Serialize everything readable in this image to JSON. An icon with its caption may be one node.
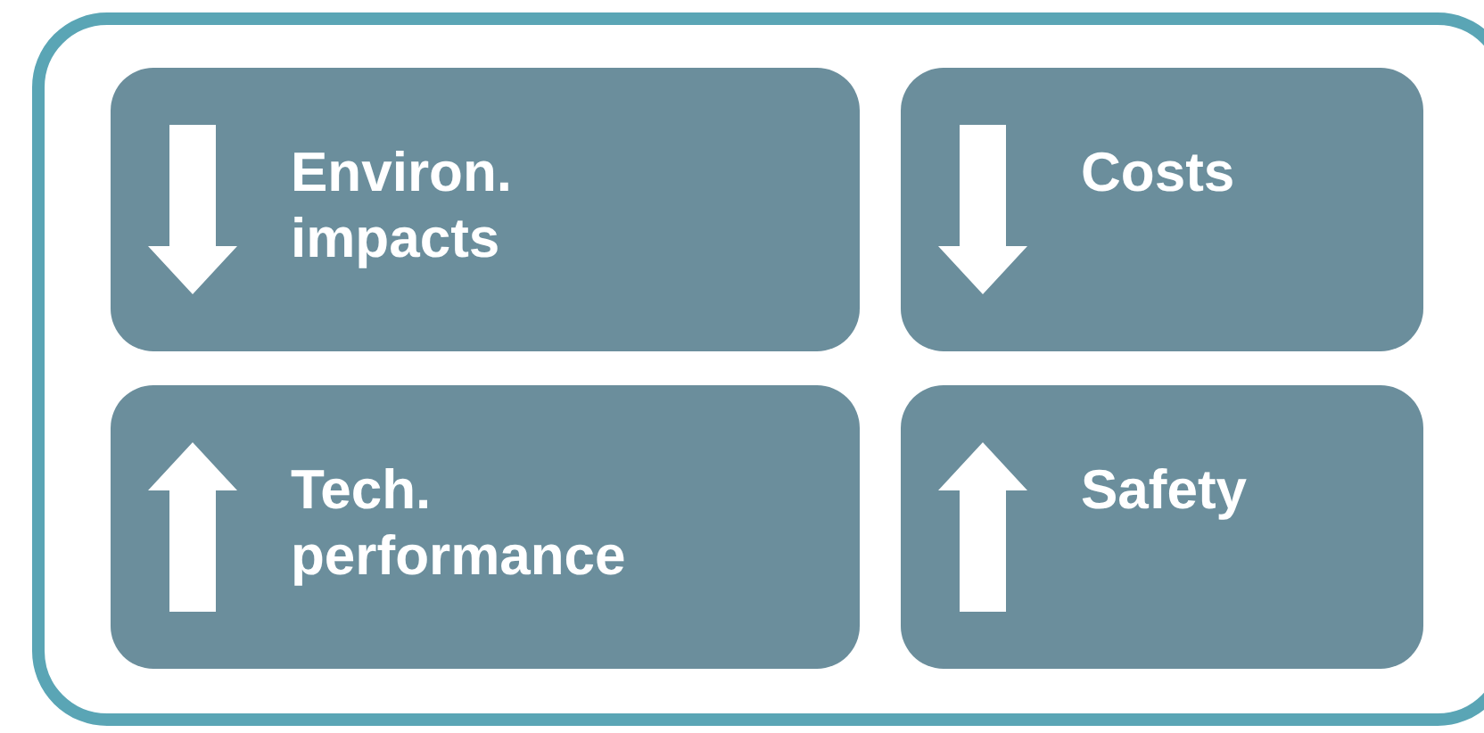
{
  "diagram": {
    "nodes": [
      {
        "text": [],
        "shape": "box"
      },
      {
        "text": [
          "Environ. impacts"
        ],
        "in": 0
      },
      {
        "text": [
          "Costs"
        ],
        "in": 0
      },
      {
        "text": [
          "Tech. performance"
        ],
        "in": 0
      },
      {
        "text": [
          "Safety"
        ],
        "in": 0
      }
    ]
  }
}
